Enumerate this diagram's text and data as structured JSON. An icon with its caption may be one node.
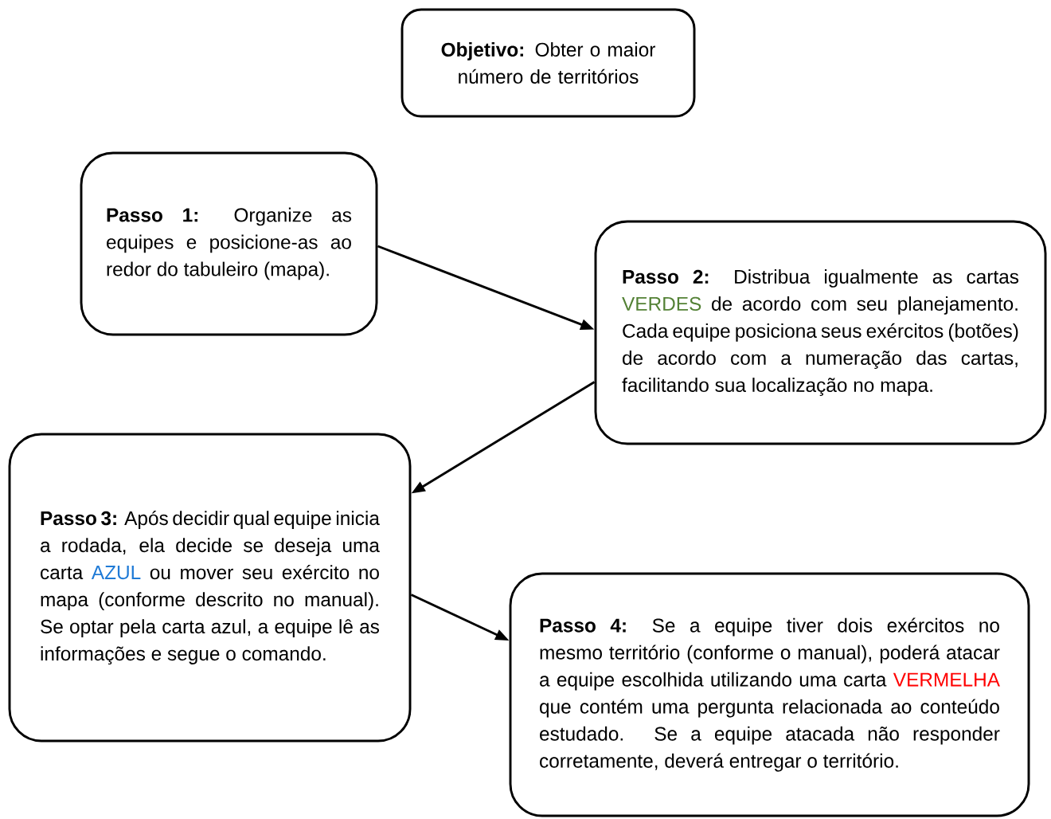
{
  "diagram": {
    "nodes": [
      {
        "text": [
          "**Objetivo:** Obter o maior número de territórios"
        ]
      },
      {
        "text": [
          "**Passo 1:** Organize as equipes e posicione-as ao redor do tabuleiro (mapa)."
        ]
      },
      {
        "text": [
          "**Passo 2:** Distribua igualmente as cartas",
          "VERDES",
          "de acordo com seu planejamento. Cada equipe posiciona seus exércitos (botões) de acordo com a numeração das cartas, facilitando sua localização no mapa."
        ]
      },
      {
        "text": [
          "**Passo 3:** Após decidir qual equipe inicia a rodada, ela decide se deseja uma carta",
          "AZUL",
          "ou mover seu exército no mapa (conforme descrito no manual). Se optar pela carta azul, a equipe lê as informações e segue o comando."
        ]
      },
      {
        "text": [
          "**Passo 4:** Se a equipe tiver dois exércitos no mesmo território (conforme o manual), poderá atacar a equipe escolhida utilizando uma carta",
          "VERMELHA",
          "que contém uma pergunta relacionada ao conteúdo estudado. Se a equipe atacada não responder corretamente, deverá entregar o território."
        ]
      }
    ],
    "edges": [
      {
        "from": 1,
        "to": 2,
        "arrow": "to"
      },
      {
        "from": 2,
        "to": 3,
        "arrow": "to"
      },
      {
        "from": 3,
        "to": 4,
        "arrow": "to"
      }
    ]
  }
}
